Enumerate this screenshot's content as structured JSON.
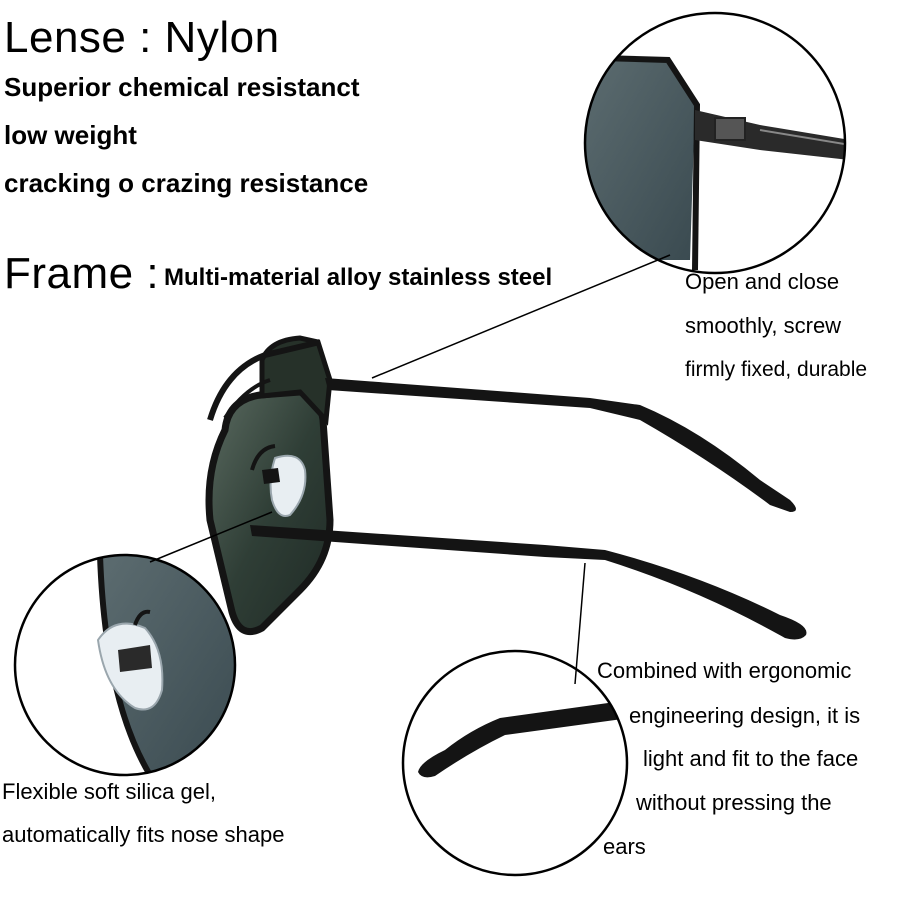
{
  "lens": {
    "title": "Lense : Nylon",
    "features": [
      "Superior chemical resistanct",
      "low weight",
      "cracking o crazing resistance"
    ]
  },
  "frame": {
    "title": "Frame :",
    "material": "Multi-material alloy stainless steel"
  },
  "callouts": {
    "hinge": [
      "Open and close",
      "smoothly, screw",
      "firmly fixed, durable"
    ],
    "nose_pad": [
      "Flexible soft silica gel,",
      "automatically fits nose shape"
    ],
    "temple_tip": [
      "Combined with ergonomic",
      "engineering design, it is",
      "light and fit to the face",
      "without pressing the",
      "ears"
    ]
  },
  "colors": {
    "lens_tint": "#2f3e36",
    "frame_metal": "#141414",
    "nose_pad": "#e8eef2"
  }
}
